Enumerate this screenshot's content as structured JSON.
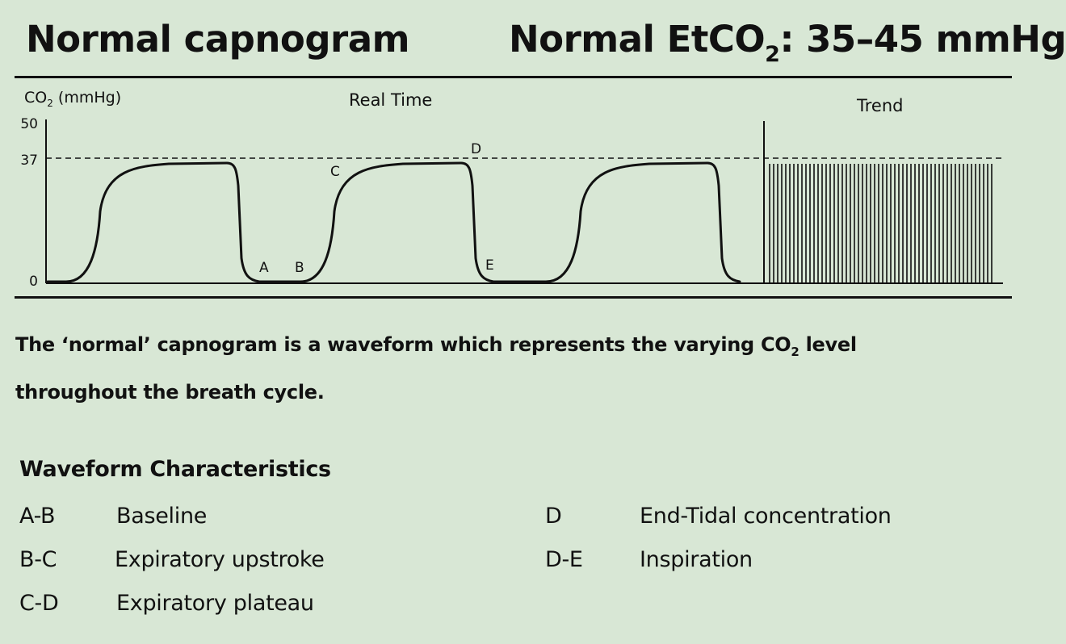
{
  "header": {
    "title": "Normal capnogram",
    "etco2_prefix": "Normal EtCO",
    "etco2_sub": "2",
    "etco2_suffix": ": 35–45 mmHg"
  },
  "chart_data": {
    "type": "line",
    "y_axis_label": "CO2 (mmHg)",
    "y_ticks": [
      "50",
      "37",
      "0"
    ],
    "ylim": [
      0,
      50
    ],
    "reference_line": {
      "value": 37,
      "style": "dashed"
    },
    "realtime_label": "Real Time",
    "trend_label": "Trend",
    "point_labels": [
      "A",
      "B",
      "C",
      "D",
      "E"
    ],
    "trend_bar_value": 37,
    "breaths": 3
  },
  "description": {
    "text_before": "The ‘normal’ capnogram is a waveform which represents the varying CO",
    "text_sub": "2",
    "text_after": " level throughout the breath cycle."
  },
  "characteristics": {
    "heading": "Waveform Characteristics",
    "items": [
      {
        "code": "A-B",
        "label": "Baseline"
      },
      {
        "code": "B-C",
        "label": "Expiratory upstroke"
      },
      {
        "code": "C-D",
        "label": "Expiratory plateau"
      },
      {
        "code": "D",
        "label": "End-Tidal concentration"
      },
      {
        "code": "D-E",
        "label": "Inspiration"
      }
    ]
  },
  "colors": {
    "background": "#d8e7d5",
    "ink": "#111111"
  }
}
